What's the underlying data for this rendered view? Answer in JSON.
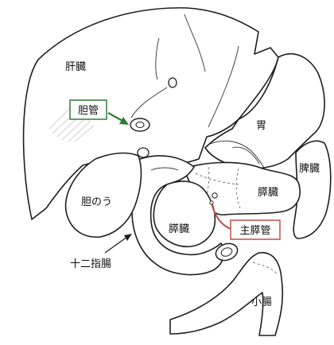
{
  "labels": {
    "liver": "肝臓",
    "bile_duct": "胆管",
    "stomach": "胃",
    "spleen": "脾臓",
    "pancreas_body": "膵臓",
    "gallbladder": "胆のう",
    "pancreas_head": "膵臓",
    "main_pancreatic_duct": "主膵管",
    "duodenum": "十二指腸",
    "small_intestine": "小腸"
  },
  "colors": {
    "bile_duct_box": "#2e7d32",
    "bile_duct_arrow": "#2e7d32",
    "pancreatic_duct_box": "#c0504d",
    "pancreatic_duct_line": "#c0504d",
    "outline": "#1e1e1e"
  }
}
